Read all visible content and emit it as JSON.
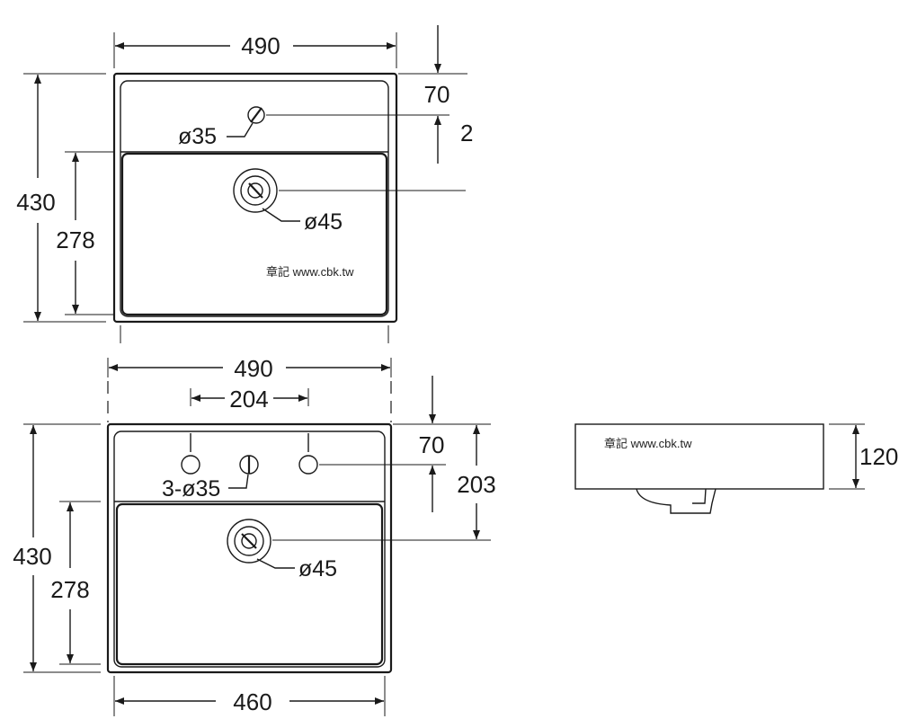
{
  "top_view_1": {
    "width_label": "490",
    "height_label": "430",
    "bowl_depth_label": "278",
    "deck_label": "70",
    "partial_label": "2",
    "tap_hole_label": "ø35",
    "drain_label": "ø45",
    "watermark": "章記 www.cbk.tw"
  },
  "top_view_2": {
    "width_label": "490",
    "hole_spacing_label": "204",
    "height_label": "430",
    "bowl_depth_label": "278",
    "deck_label": "70",
    "drain_offset_label": "203",
    "tap_holes_label": "3-ø35",
    "drain_label": "ø45",
    "bottom_width_label": "460"
  },
  "side_view": {
    "height_label": "120",
    "watermark": "章記 www.cbk.tw"
  }
}
